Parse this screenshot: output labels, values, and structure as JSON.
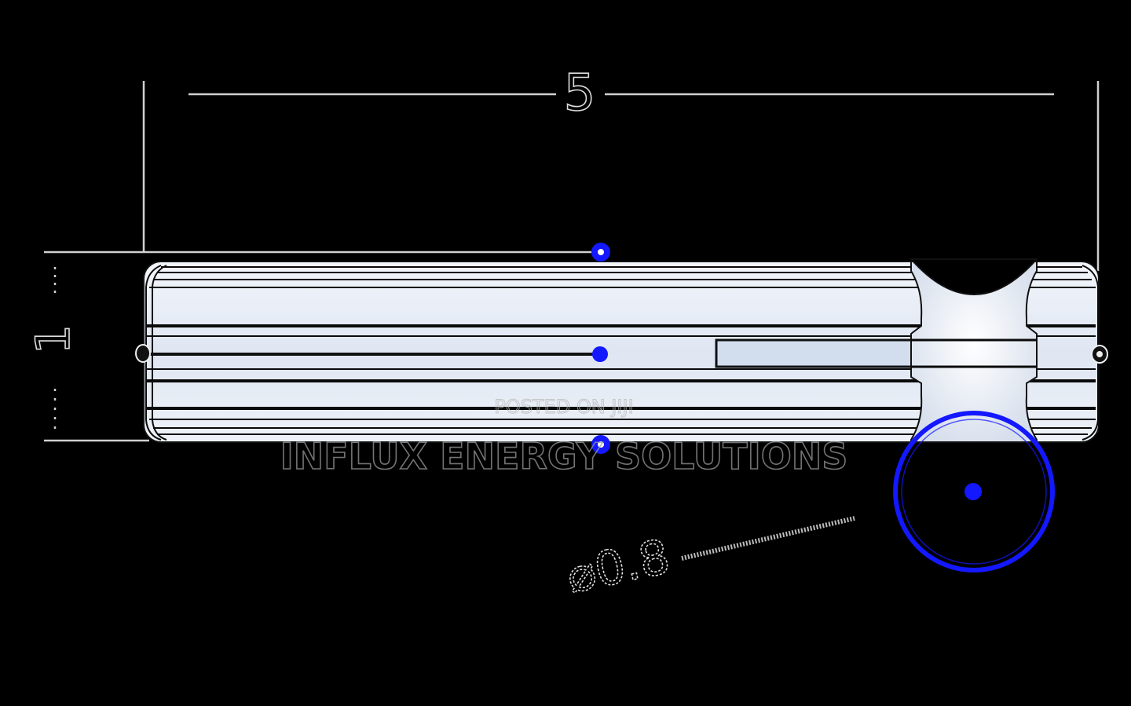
{
  "dimensions": {
    "length_label": "5",
    "height_label": "1",
    "diameter_label": "⌀0.8"
  },
  "watermarks": {
    "small": "POSTED ON JIJI",
    "large": "INFLUX ENERGY SOLUTIONS"
  },
  "colors": {
    "background": "#000000",
    "body_fill": "#dfe6f2",
    "accent_blue": "#1418ff",
    "dimension_line": "#d0d0d0"
  }
}
